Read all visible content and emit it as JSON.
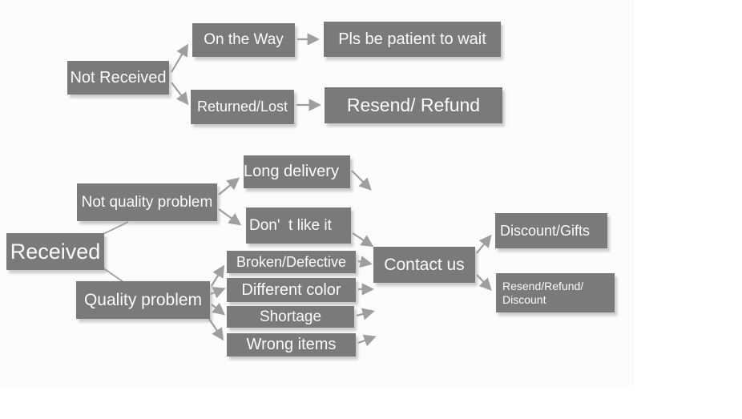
{
  "diagram": {
    "theme": {
      "node_color": "#7a7a7a",
      "node_text_color": "#fbfbfb",
      "arrow_color": "#9e9e9e",
      "background_color": "#fcfcfc"
    },
    "nodes": {
      "not_received": {
        "label": "Not Received"
      },
      "on_the_way": {
        "label": "On the Way"
      },
      "pls_be_patient": {
        "label": "Pls be patient to wait"
      },
      "returned_lost": {
        "label": "Returned/Lost"
      },
      "resend_refund": {
        "label": "Resend/ Refund"
      },
      "received": {
        "label": "Received"
      },
      "not_quality_problem": {
        "label": "Not quality problem"
      },
      "quality_problem": {
        "label": "Quality problem"
      },
      "long_delivery": {
        "label": "Long delivery"
      },
      "dont_like_it": {
        "label": "Don'  t like it"
      },
      "broken_defective": {
        "label": "Broken/Defective"
      },
      "different_color": {
        "label": "Different color"
      },
      "shortage": {
        "label": "Shortage"
      },
      "wrong_items": {
        "label": "Wrong items"
      },
      "contact_us": {
        "label": "Contact us"
      },
      "discount_gifts": {
        "label": "Discount/Gifts"
      },
      "resend_refund_discount": {
        "label_line1": "Resend/Refund/",
        "label_line2": "Discount"
      }
    },
    "edges": [
      {
        "from": "not_received",
        "to": "on_the_way"
      },
      {
        "from": "not_received",
        "to": "returned_lost"
      },
      {
        "from": "on_the_way",
        "to": "pls_be_patient"
      },
      {
        "from": "returned_lost",
        "to": "resend_refund"
      },
      {
        "from": "received",
        "to": "not_quality_problem"
      },
      {
        "from": "received",
        "to": "quality_problem"
      },
      {
        "from": "not_quality_problem",
        "to": "long_delivery"
      },
      {
        "from": "not_quality_problem",
        "to": "dont_like_it"
      },
      {
        "from": "long_delivery",
        "to": "contact_us"
      },
      {
        "from": "dont_like_it",
        "to": "contact_us"
      },
      {
        "from": "quality_problem",
        "to": "broken_defective"
      },
      {
        "from": "quality_problem",
        "to": "different_color"
      },
      {
        "from": "quality_problem",
        "to": "shortage"
      },
      {
        "from": "quality_problem",
        "to": "wrong_items"
      },
      {
        "from": "broken_defective",
        "to": "contact_us"
      },
      {
        "from": "different_color",
        "to": "contact_us"
      },
      {
        "from": "shortage",
        "to": "contact_us"
      },
      {
        "from": "wrong_items",
        "to": "contact_us"
      },
      {
        "from": "contact_us",
        "to": "discount_gifts"
      },
      {
        "from": "contact_us",
        "to": "resend_refund_discount"
      }
    ]
  }
}
